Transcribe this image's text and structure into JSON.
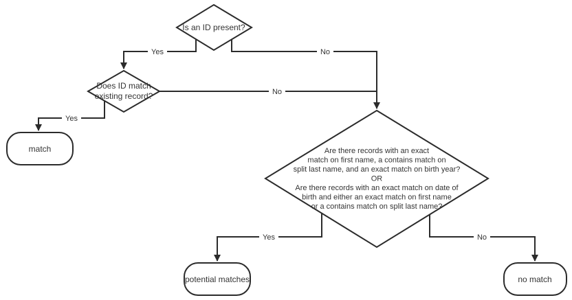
{
  "colors": {
    "stroke": "#2b2b2b",
    "text": "#333333",
    "decision_fill": "#ffffff",
    "match_fill": "#cde8aa",
    "potential_matches_fill": "#fce8a3",
    "no_match_fill": "#e5e5e5"
  },
  "nodes": {
    "is_id_present": {
      "type": "decision",
      "label": "Is an ID present?"
    },
    "does_id_match": {
      "type": "decision",
      "line1": "Does ID match",
      "line2": "existing record?"
    },
    "fuzzy_match_question": {
      "type": "decision",
      "lines": [
        "Are there records with an exact",
        "match on first name, a contains match on",
        "split last name, and an exact match on birth year?",
        "OR",
        "Are there records with an exact match on date of",
        "birth and either an exact match on first name",
        "or a contains match on split last name?"
      ]
    },
    "match": {
      "type": "terminal",
      "label": "match"
    },
    "potential_matches": {
      "type": "terminal",
      "label": "potential matches"
    },
    "no_match": {
      "type": "terminal",
      "label": "no match"
    }
  },
  "edges": {
    "id_present_yes": {
      "label": "Yes"
    },
    "id_present_no": {
      "label": "No"
    },
    "id_match_no": {
      "label": "No"
    },
    "id_match_yes": {
      "label": "Yes"
    },
    "fuzzy_yes": {
      "label": "Yes"
    },
    "fuzzy_no": {
      "label": "No"
    }
  }
}
